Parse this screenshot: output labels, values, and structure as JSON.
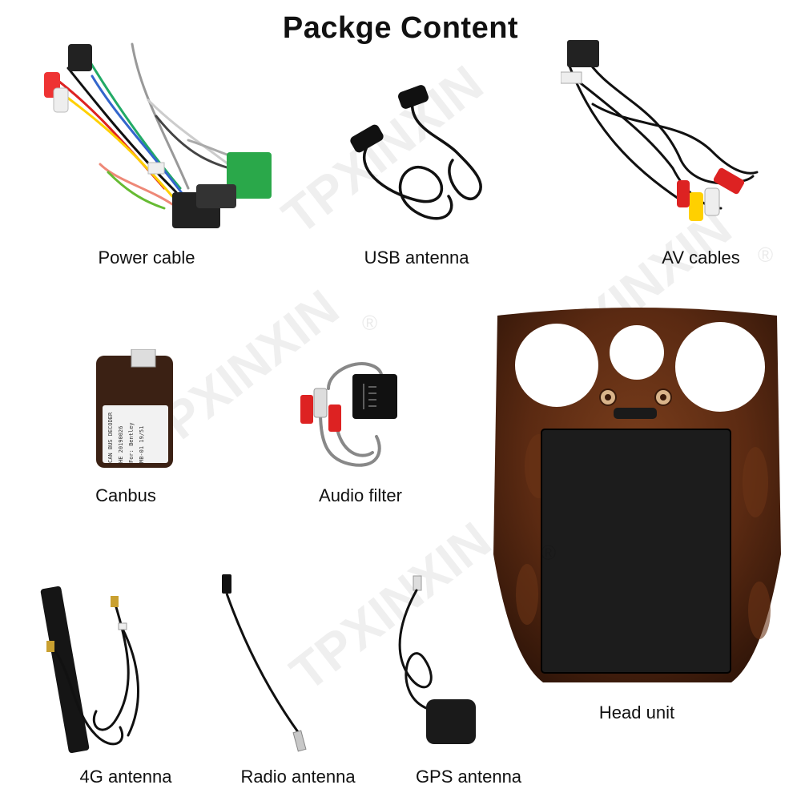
{
  "title": "Packge Content",
  "watermark": "TPXINXIN",
  "items": {
    "power_cable": "Power cable",
    "usb_antenna": "USB antenna",
    "av_cables": "AV cables",
    "canbus": "Canbus",
    "audio_filter": "Audio filter",
    "head_unit": "Head unit",
    "antenna_4g": "4G antenna",
    "radio_antenna": "Radio antenna",
    "gps_antenna": "GPS antenna"
  },
  "canbus_text": {
    "line1": "CAN BUS DECODER",
    "line2": "HE  20190026",
    "line3": "For: Bentley",
    "line4": "MB-01   19/51"
  }
}
